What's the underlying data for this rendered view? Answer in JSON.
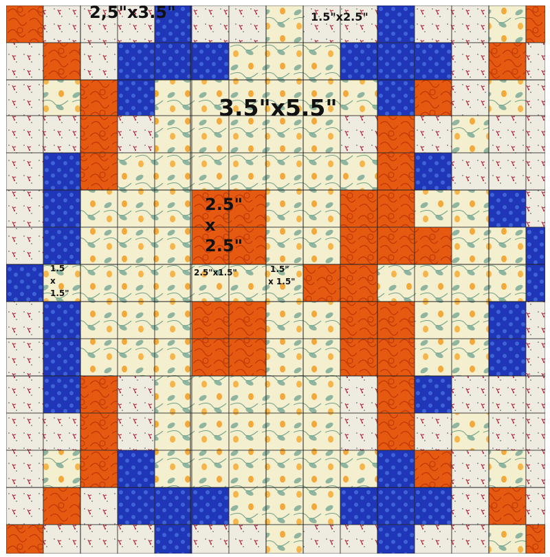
{
  "labels": {
    "corner_rect": "2,5\"x3.5\"",
    "top_rect": "1.5\"x2.5\"",
    "big_rect": "3.5\"x5.5\"",
    "center_square_l1": "2.5\"",
    "center_square_l2": "x",
    "center_square_l3": "2.5\"",
    "side_rect": "2.5\"x1.5\"",
    "small_sq_l1": "1.5\"",
    "small_sq_l2": "x 1.5\"",
    "left_sq_l1": "1.5",
    "left_sq_l2": "x",
    "left_sq_l3": "1.5\""
  },
  "colors": {
    "cream": "#eeebe1",
    "leaf": "#f3efcf",
    "orange": "#e55a10",
    "blue": "#2036b8",
    "line": "#2a2a2a"
  }
}
